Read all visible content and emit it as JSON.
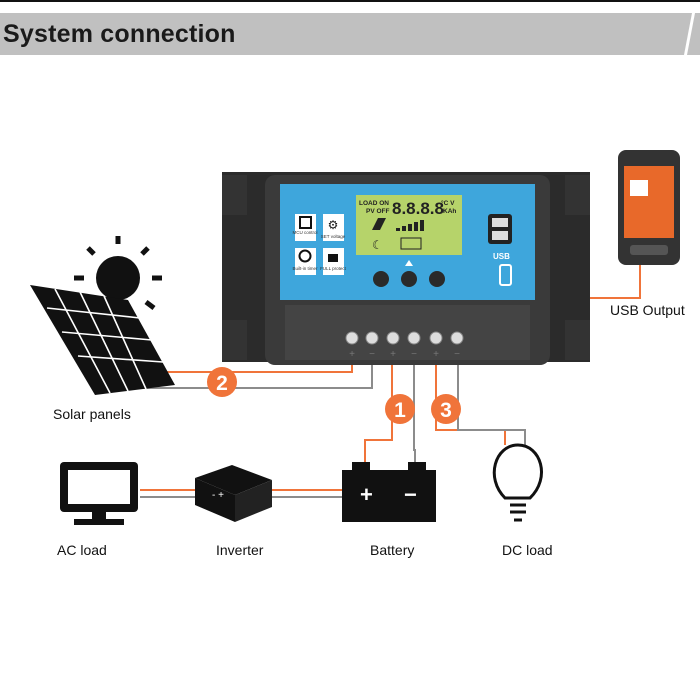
{
  "header": {
    "title": "System connection"
  },
  "controller": {
    "lcd": {
      "load_on": "LOAD ON",
      "pv_off": "PV OFF",
      "digits": "8.8.8.8",
      "units_top": "°C V",
      "units_bottom": "KAh"
    },
    "features": [
      {
        "icon": "chip-icon",
        "label": "MCU control"
      },
      {
        "icon": "gear-icon",
        "label": "SET voltage"
      },
      {
        "icon": "clock-icon",
        "label": "Built-in timer"
      },
      {
        "icon": "lock-icon",
        "label": "FULL protect"
      }
    ],
    "usb_label": "USB",
    "terminal_signs": [
      "+",
      "−",
      "+",
      "−",
      "+",
      "−"
    ]
  },
  "steps": [
    "1",
    "2",
    "3"
  ],
  "labels": {
    "solar_panels": "Solar panels",
    "usb_output": "USB Output",
    "ac_load": "AC load",
    "inverter": "Inverter",
    "battery": "Battery",
    "dc_load": "DC load"
  },
  "colors": {
    "wire_positive": "#f0743a",
    "wire_negative": "#8c8c8c",
    "panel_blue": "#3ea6dc",
    "lcd": "#b6d36a",
    "header_bg": "#c0c0c0"
  }
}
